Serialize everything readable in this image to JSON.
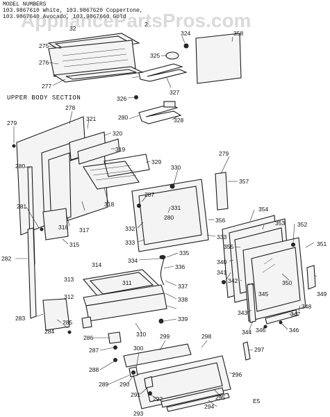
{
  "header": {
    "line1": "MODEL NUMBERS",
    "line2": "103.9867610 White, 103.9867620 Coppertone,",
    "line3": "103.9867640 Avocado, 103.9867660 Gold"
  },
  "section_title": "UPPER BODY SECTION",
  "watermark": "AppliancePartsPros.com",
  "footer_code": "E5",
  "part_numbers": {
    "n275": "275",
    "n276": "276",
    "n277": "277",
    "n278": "278",
    "n279a": "279",
    "n279b": "279",
    "n280a": "280",
    "n280b": "280",
    "n280c": "280",
    "n281": "281",
    "n282": "282",
    "n283": "283",
    "n284": "284",
    "n285": "285",
    "n286": "286",
    "n287a": "287",
    "n287b": "287",
    "n288": "288",
    "n289": "289",
    "n290": "290",
    "n291": "291",
    "n292": "292",
    "n293": "293",
    "n294": "294",
    "n295": "295",
    "n296": "296",
    "n297": "297",
    "n298": "298",
    "n299": "299",
    "n300": "300",
    "n310": "310",
    "n311": "311",
    "n312": "312",
    "n313": "313",
    "n314": "314",
    "n315": "315",
    "n316": "316",
    "n317": "317",
    "n318": "318",
    "n319": "319",
    "n320": "320",
    "n321": "321",
    "n324": "324",
    "n325": "325",
    "n326": "326",
    "n327": "327",
    "n328": "328",
    "n329": "329",
    "n330": "330",
    "n331": "331",
    "n332": "332",
    "n333a": "333",
    "n333b": "333",
    "n334": "334",
    "n335": "335",
    "n336": "336",
    "n337": "337",
    "n338": "338",
    "n339": "339",
    "n340": "340",
    "n341": "341",
    "n342": "342",
    "n343": "343",
    "n344": "344",
    "n345": "345",
    "n346a": "346",
    "n346b": "346",
    "n347": "347",
    "n348": "348",
    "n349": "349",
    "n350": "350",
    "n351": "351",
    "n352": "352",
    "n353": "353",
    "n354": "354",
    "n355": "355",
    "n356": "356",
    "n357": "357",
    "n358": "358",
    "n2": "2",
    "n32": "32"
  }
}
